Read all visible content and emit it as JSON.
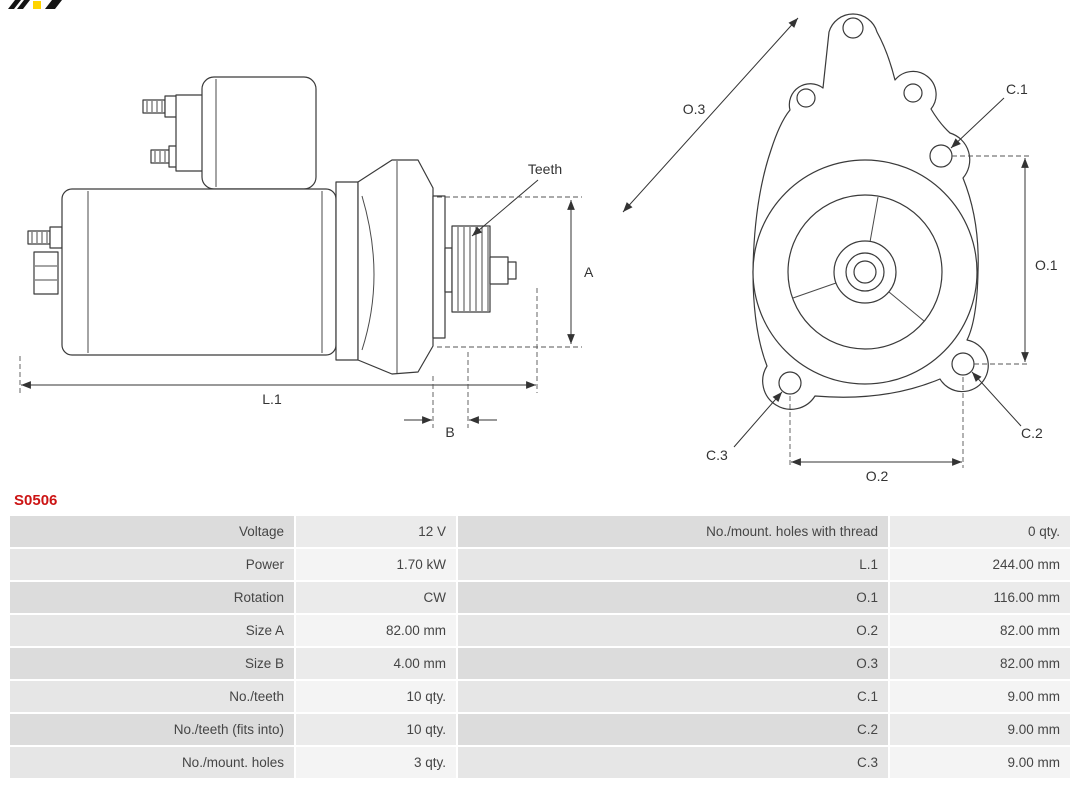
{
  "part_number": "S0506",
  "colors": {
    "part_number_red": "#cc1414",
    "drawing_stroke": "#3a3a3a",
    "logo_yellow": "#ffd400"
  },
  "icons": {
    "logo": "as-pl-logo"
  },
  "diagram": {
    "side_view_labels": {
      "teeth": "Teeth",
      "a": "A",
      "l1": "L.1",
      "b": "B"
    },
    "front_view_labels": {
      "o3": "O.3",
      "c1": "C.1",
      "o1": "O.1",
      "c2": "C.2",
      "c3": "C.3",
      "o2": "O.2"
    }
  },
  "spec_table": {
    "rows": [
      {
        "label_left": "Voltage",
        "value_left": "12 V",
        "label_right": "No./mount. holes with thread",
        "value_right": "0 qty."
      },
      {
        "label_left": "Power",
        "value_left": "1.70 kW",
        "label_right": "L.1",
        "value_right": "244.00 mm"
      },
      {
        "label_left": "Rotation",
        "value_left": "CW",
        "label_right": "O.1",
        "value_right": "116.00 mm"
      },
      {
        "label_left": "Size A",
        "value_left": "82.00 mm",
        "label_right": "O.2",
        "value_right": "82.00 mm"
      },
      {
        "label_left": "Size B",
        "value_left": "4.00 mm",
        "label_right": "O.3",
        "value_right": "82.00 mm"
      },
      {
        "label_left": "No./teeth",
        "value_left": "10 qty.",
        "label_right": "C.1",
        "value_right": "9.00 mm"
      },
      {
        "label_left": "No./teeth (fits into)",
        "value_left": "10 qty.",
        "label_right": "C.2",
        "value_right": "9.00 mm"
      },
      {
        "label_left": "No./mount. holes",
        "value_left": "3 qty.",
        "label_right": "C.3",
        "value_right": "9.00 mm"
      }
    ]
  }
}
